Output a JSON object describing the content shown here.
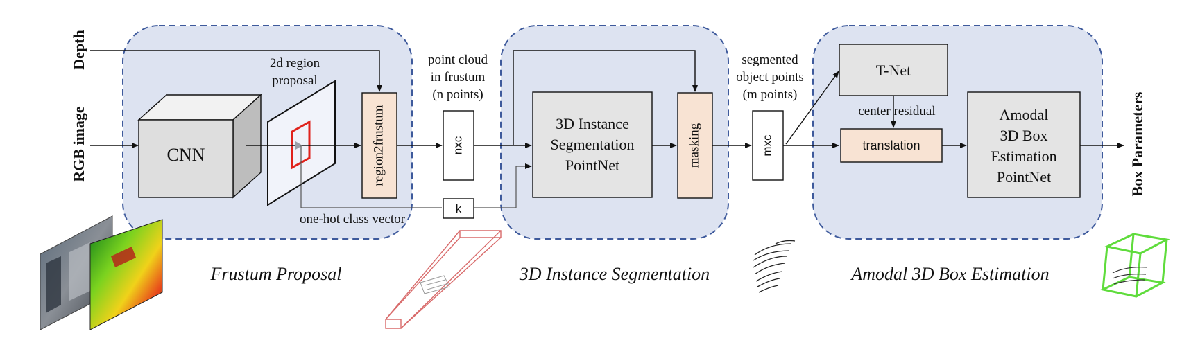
{
  "inputs": {
    "depth": "Depth",
    "rgb": "RGB image"
  },
  "output": "Box Parameters",
  "stages": {
    "frustum": "Frustum Proposal",
    "segmentation": "3D Instance Segmentation",
    "box": "Amodal 3D Box Estimation"
  },
  "blocks": {
    "cnn": "CNN",
    "region_proposal": [
      "2d region",
      "proposal"
    ],
    "region2frustum": "region2frustum",
    "seg_pointnet": [
      "3D Instance",
      "Segmentation",
      "PointNet"
    ],
    "masking": "masking",
    "tnet": "T-Net",
    "translation": "translation",
    "box_pointnet": [
      "Amodal",
      "3D Box",
      "Estimation",
      "PointNet"
    ]
  },
  "tensors": {
    "nxc": "nxc",
    "mxc": "mxc",
    "k": "k"
  },
  "labels": {
    "point_cloud": [
      "point cloud",
      "in frustum",
      "(n points)"
    ],
    "segmented": [
      "segmented",
      "object points",
      "(m points)"
    ],
    "one_hot": "one-hot class vector",
    "center_residual": "center residual"
  },
  "colors": {
    "stage_fill": "#dde3f1",
    "stage_border": "#3e5a9c",
    "block_gray": "#e4e4e4",
    "block_peach": "#f8e3d3",
    "proposal_red": "#e0221c",
    "lidar_box_green": "#5fdc3c",
    "frustum_pink": "#d86a6a"
  }
}
